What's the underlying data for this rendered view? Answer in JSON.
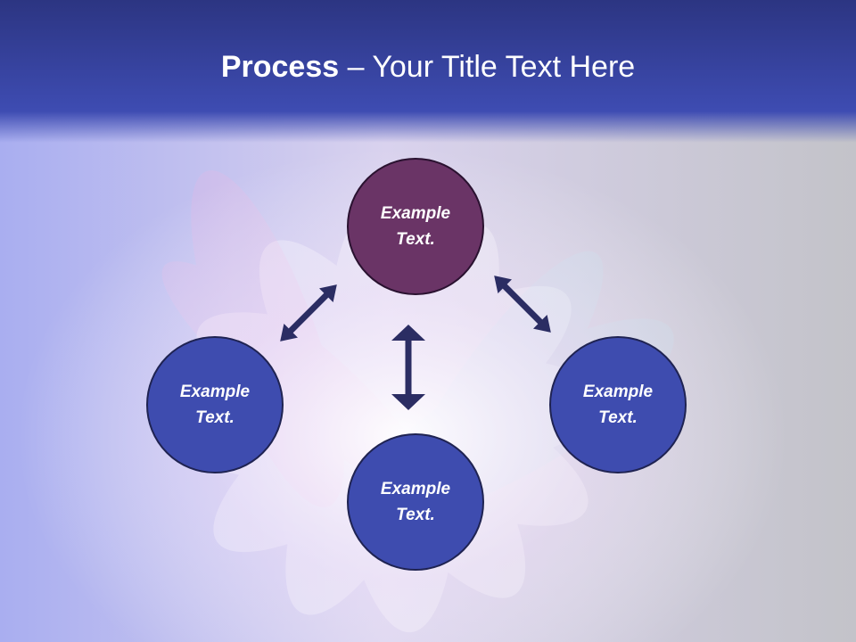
{
  "slide": {
    "title_bold": "Process",
    "title_rest": " – Your Title Text Here"
  },
  "nodes": {
    "top": {
      "line1": "Example",
      "line2": "Text."
    },
    "left": {
      "line1": "Example",
      "line2": "Text."
    },
    "right": {
      "line1": "Example",
      "line2": "Text."
    },
    "bottom": {
      "line1": "Example",
      "line2": "Text."
    }
  },
  "colors": {
    "header_blue": "#3a48b0",
    "node_top": "#6a3466",
    "node_blue": "#3e4caf",
    "arrow": "#2b2d63"
  }
}
